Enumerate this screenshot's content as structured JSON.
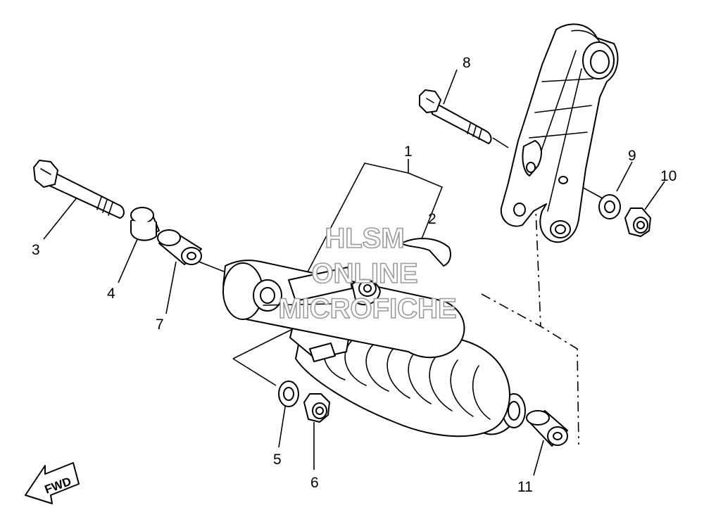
{
  "diagram": {
    "callouts": [
      {
        "id": "callout-1",
        "label": "1"
      },
      {
        "id": "callout-2",
        "label": "2"
      },
      {
        "id": "callout-3",
        "label": "3"
      },
      {
        "id": "callout-4",
        "label": "4"
      },
      {
        "id": "callout-5",
        "label": "5"
      },
      {
        "id": "callout-6",
        "label": "6"
      },
      {
        "id": "callout-7",
        "label": "7"
      },
      {
        "id": "callout-8",
        "label": "8"
      },
      {
        "id": "callout-9",
        "label": "9"
      },
      {
        "id": "callout-10",
        "label": "10"
      },
      {
        "id": "callout-11",
        "label": "11"
      }
    ],
    "fwd_label": "FWD",
    "watermark": {
      "line1": "HLSM",
      "line2": "ONLINE",
      "line3": "MICROFICHE"
    }
  }
}
